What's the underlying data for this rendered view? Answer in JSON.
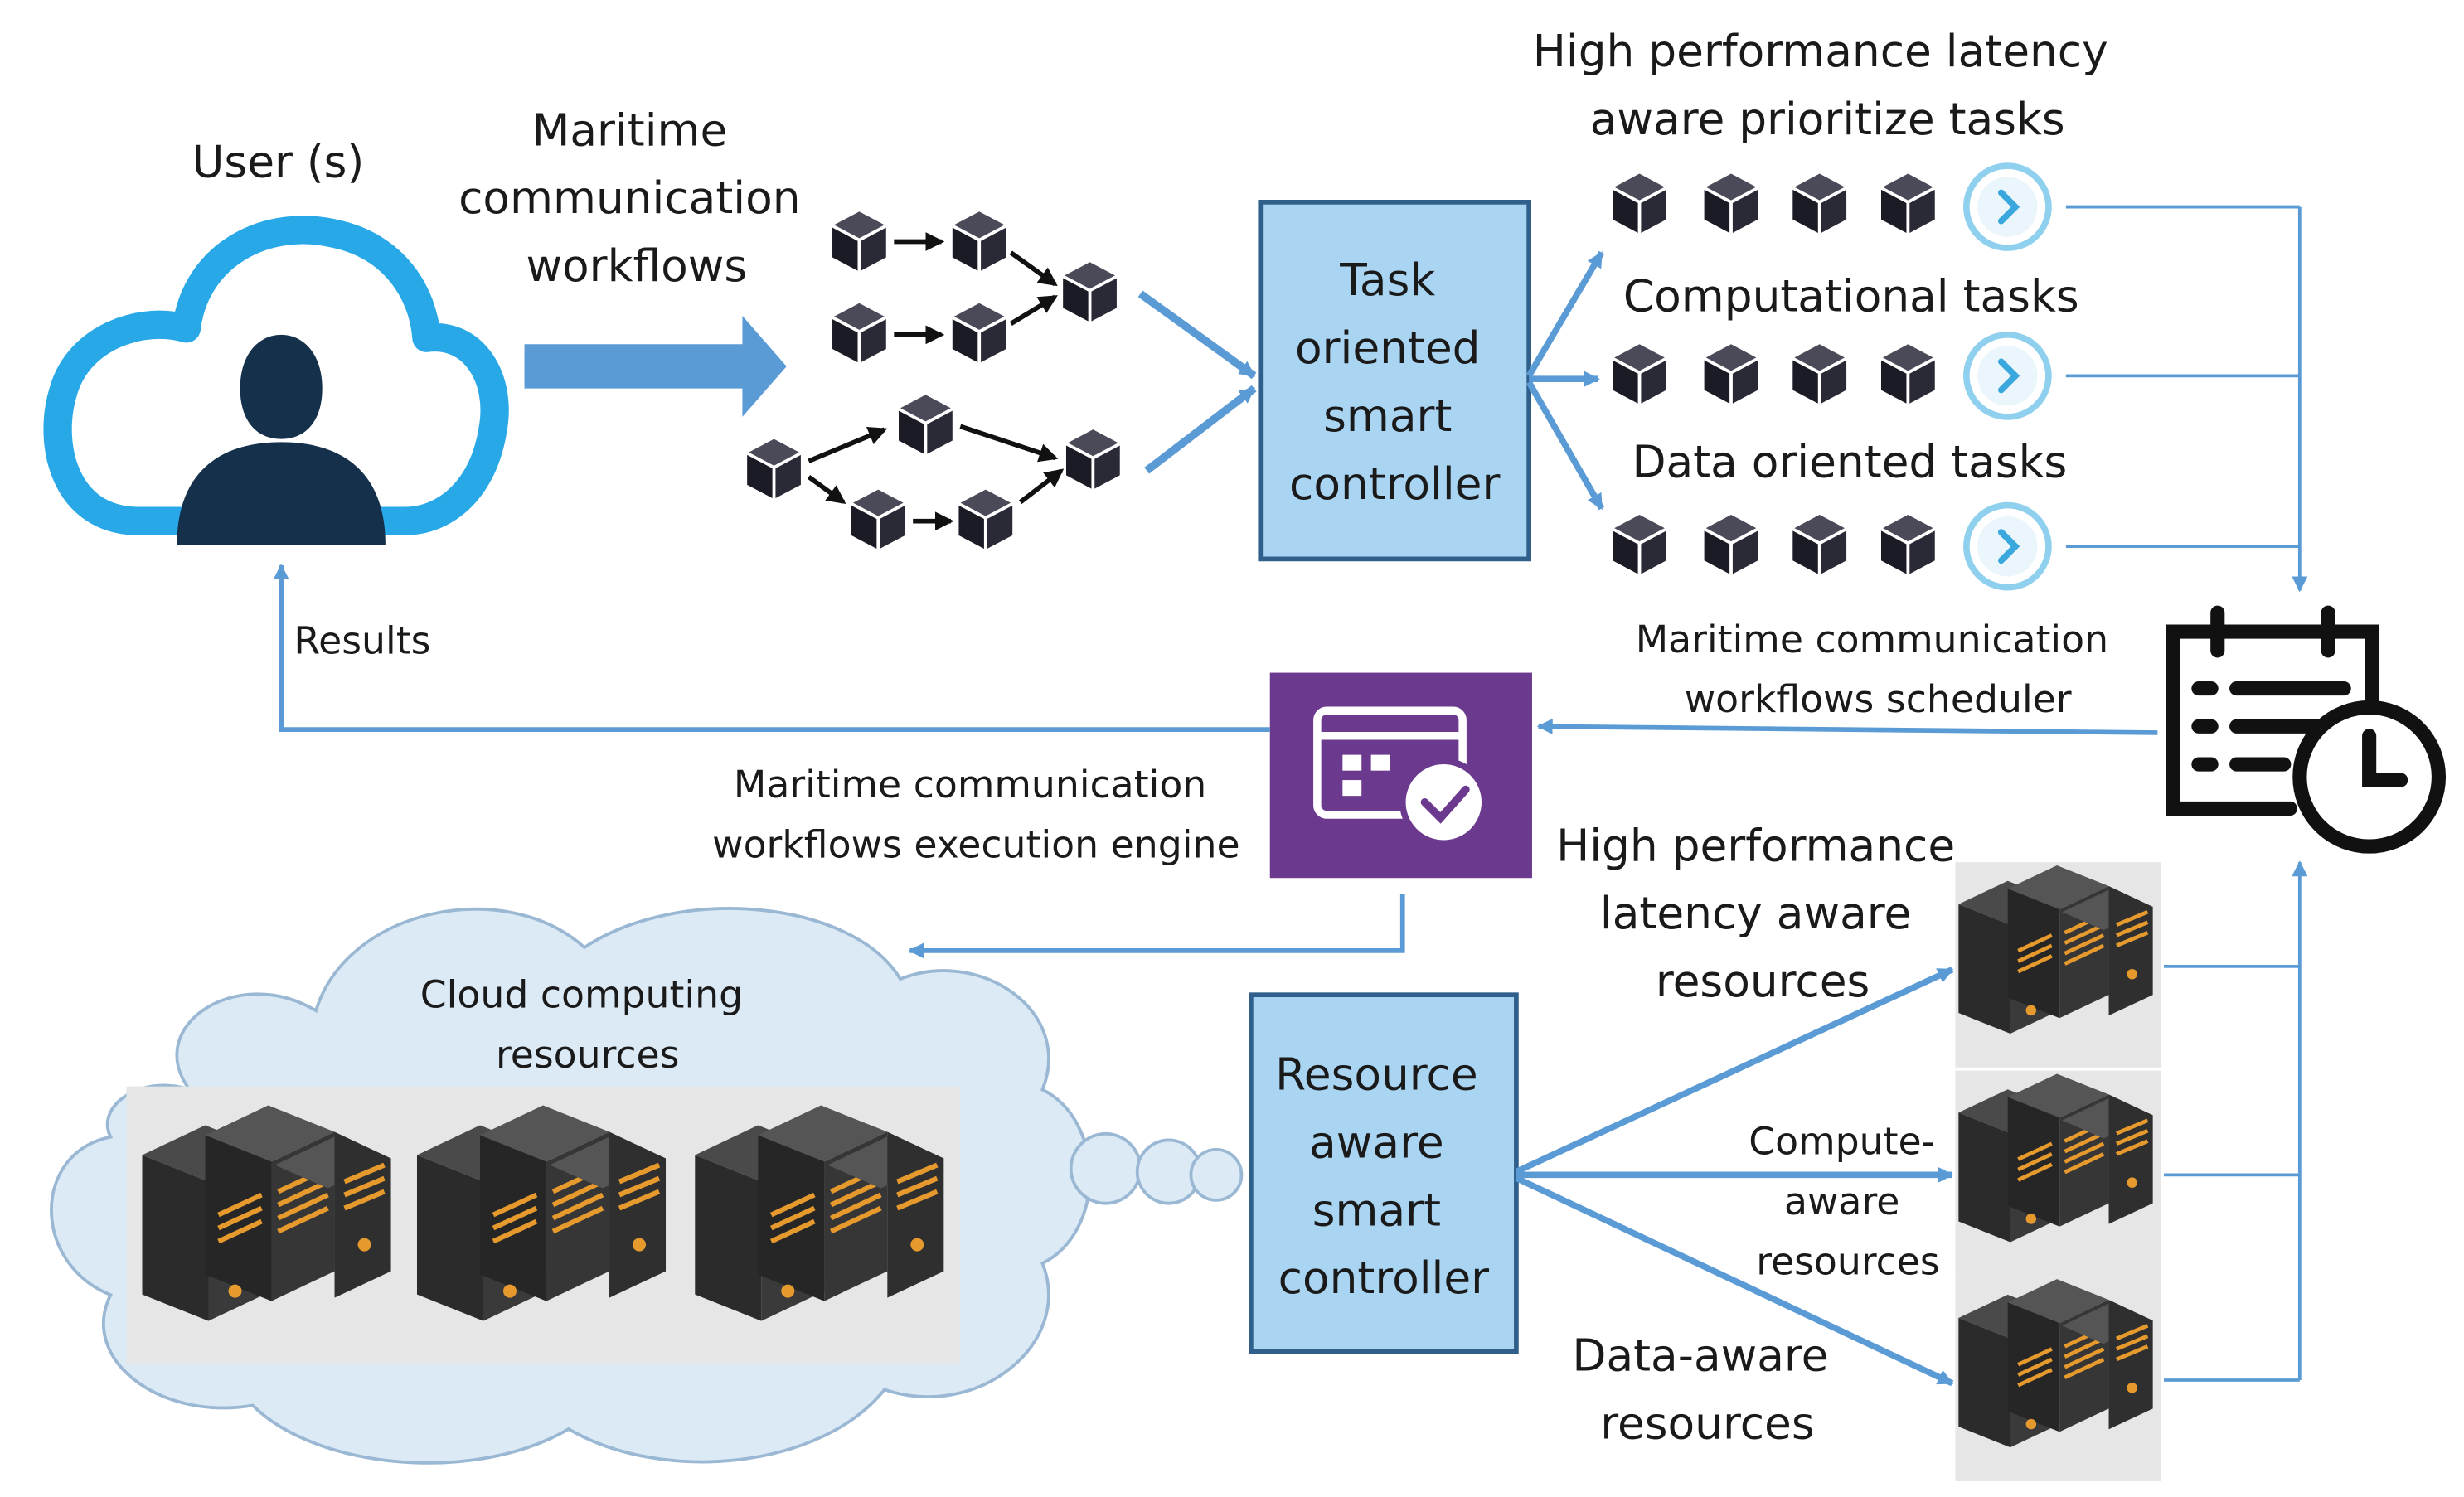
{
  "user": {
    "label": "User (s)"
  },
  "workflows": {
    "label_lines": [
      "Maritime",
      "communication",
      "workflows"
    ]
  },
  "task_controller": {
    "label_lines": [
      "Task",
      "oriented",
      "smart",
      "controller"
    ]
  },
  "task_queues": [
    {
      "label_lines": [
        "High performance latency",
        "aware prioritize tasks"
      ]
    },
    {
      "label_lines": [
        "Computational tasks"
      ]
    },
    {
      "label_lines": [
        "Data oriented tasks"
      ]
    }
  ],
  "scheduler": {
    "label_lines": [
      "Maritime communication",
      "workflows scheduler"
    ]
  },
  "results": {
    "label": "Results"
  },
  "execution_engine": {
    "label_lines": [
      "Maritime communication",
      "workflows execution engine"
    ]
  },
  "cloud": {
    "label_lines": [
      "Cloud computing",
      "resources"
    ]
  },
  "resource_controller": {
    "label_lines": [
      "Resource",
      "aware",
      "smart",
      "controller"
    ]
  },
  "resource_groups": [
    {
      "label_lines": [
        "High performance",
        "latency aware",
        "resources"
      ]
    },
    {
      "label_lines": [
        "Compute-",
        "aware",
        "resources"
      ]
    },
    {
      "label_lines": [
        "Data-aware",
        "resources"
      ]
    }
  ],
  "colors": {
    "arrow": "#5b9bd5",
    "controller_fill": "#a9d4f2",
    "controller_border": "#2f5f8a",
    "engine_fill": "#6b3a8e",
    "cloud_icon": "#29a8e8",
    "person": "#15304a",
    "cube": "#1b1b26",
    "server_dark": "#2b2b2b",
    "server_accent": "#e69a2e",
    "cloud_bg": "#dceaf6",
    "play_ring": "#8fd0ee"
  }
}
